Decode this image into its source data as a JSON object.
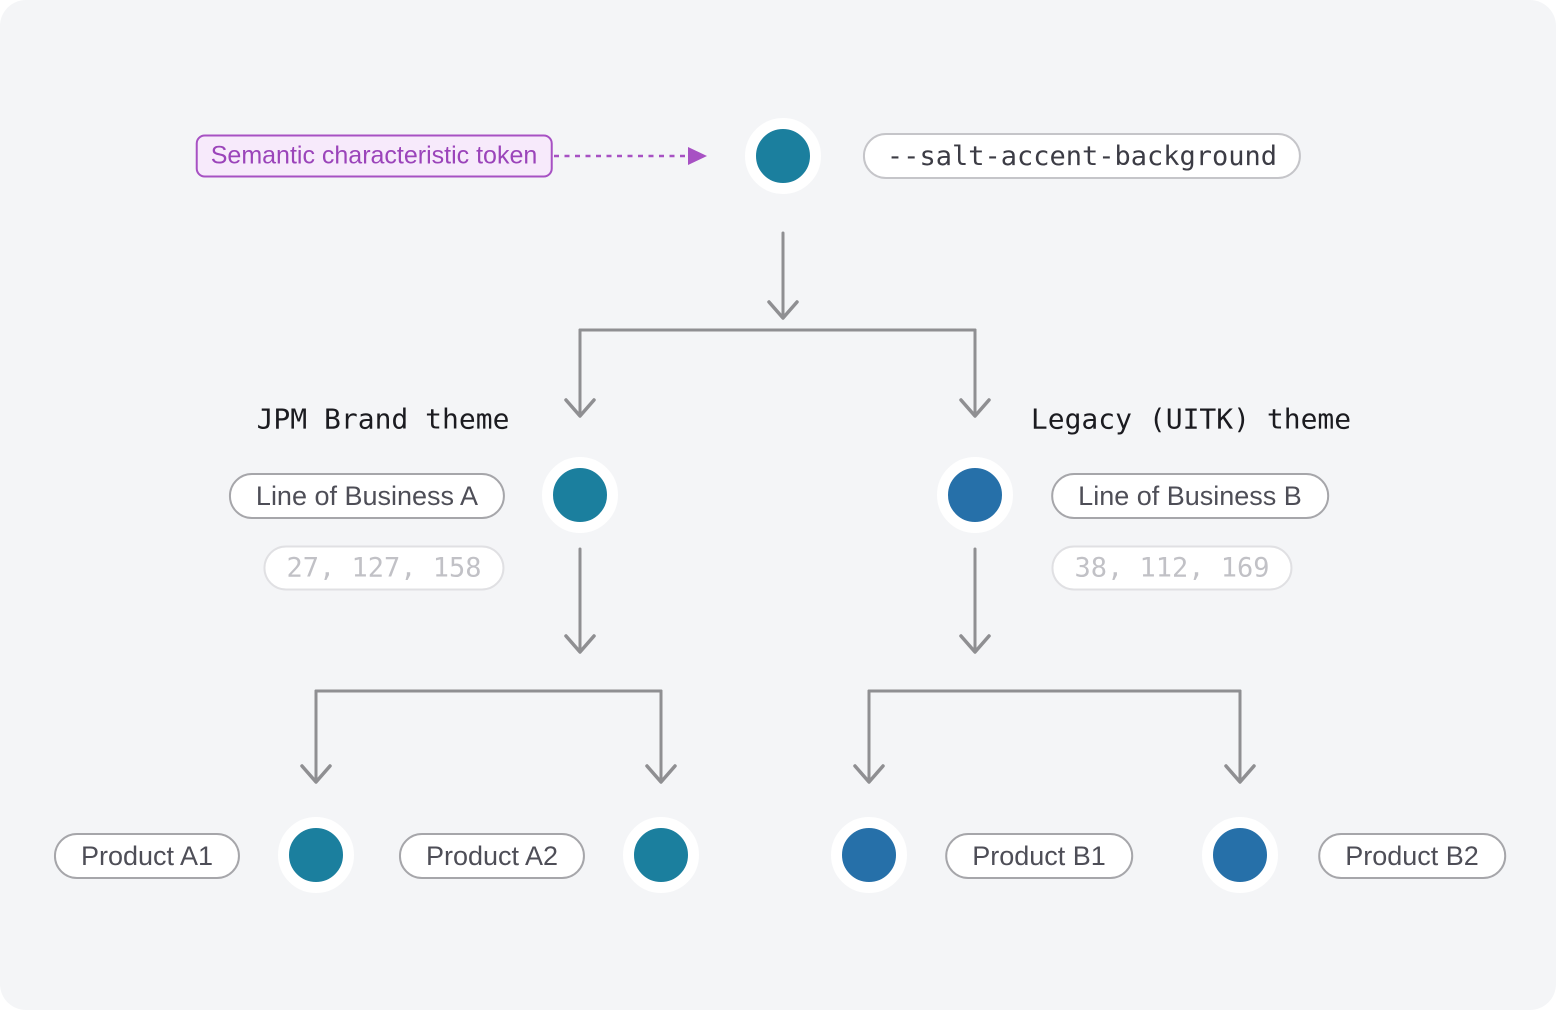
{
  "canvas": {
    "background": "#f4f5f7"
  },
  "annotation": {
    "label": "Semantic characteristic token",
    "text_color": "#9b44ba",
    "border_color": "#a751c3",
    "background": "#f7eafb"
  },
  "root": {
    "token": "--salt-accent-background",
    "swatch_color": "#1b7f9e"
  },
  "themes": [
    {
      "name": "JPM Brand theme",
      "line_of_business": "Line of Business A",
      "rgb": "27, 127, 158",
      "swatch_color": "#1b7f9e",
      "products": [
        {
          "label": "Product A1",
          "swatch_color": "#1b7f9e"
        },
        {
          "label": "Product A2",
          "swatch_color": "#1b7f9e"
        }
      ]
    },
    {
      "name": "Legacy (UITK) theme",
      "line_of_business": "Line of Business B",
      "rgb": "38, 112, 169",
      "swatch_color": "#2670a9",
      "products": [
        {
          "label": "Product B1",
          "swatch_color": "#2670a9"
        },
        {
          "label": "Product B2",
          "swatch_color": "#2670a9"
        }
      ]
    }
  ],
  "colors": {
    "teal": "#1b7f9e",
    "blue": "#2670a9",
    "connector_gray": "#8f8f92",
    "annotation_purple": "#a751c3"
  }
}
